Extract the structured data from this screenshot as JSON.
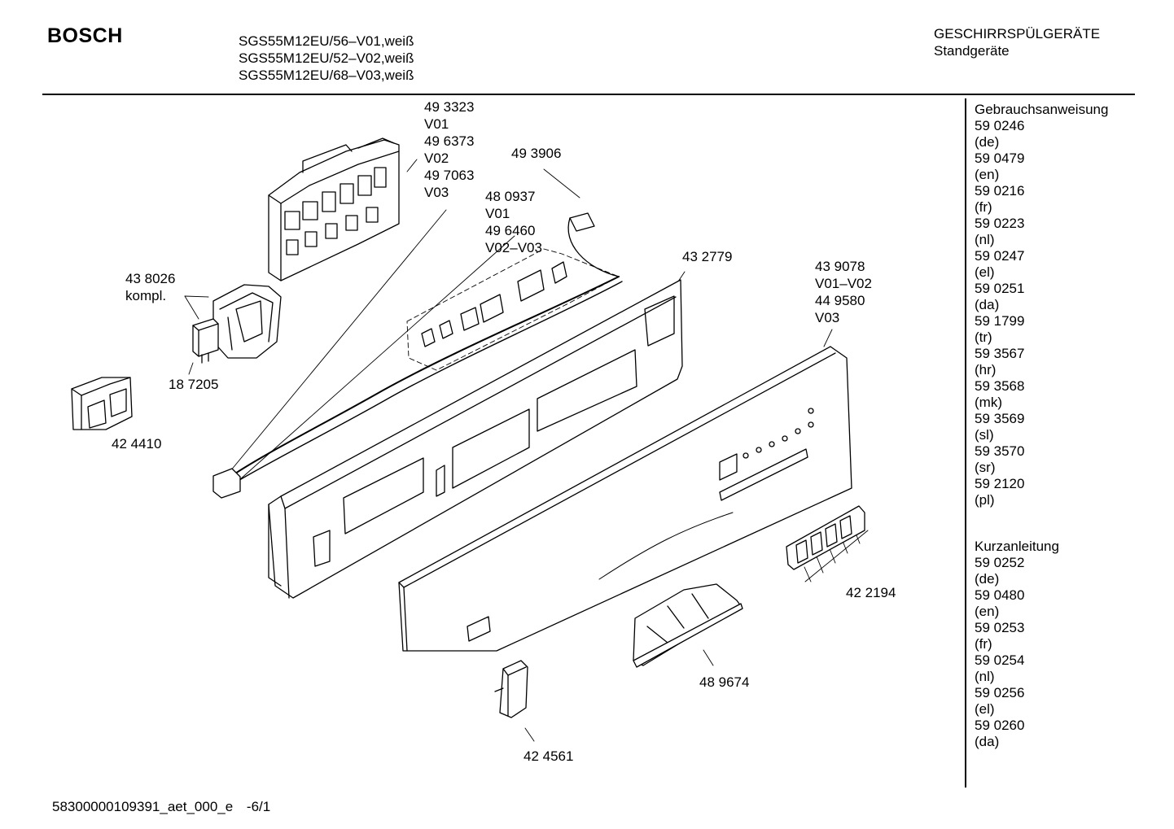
{
  "header": {
    "brand": "BOSCH",
    "models": [
      "SGS55M12EU/56–V01,weiß",
      "SGS55M12EU/52–V02,weiß",
      "SGS55M12EU/68–V03,weiß"
    ],
    "category": "GESCHIRRSPÜLGERÄTE",
    "subcategory": "Standgeräte"
  },
  "sidebar": {
    "manual": {
      "title": "Gebrauchsanweisung",
      "items": [
        "59 0246",
        "(de)",
        "59 0479",
        "(en)",
        "59 0216",
        "(fr)",
        "59 0223",
        "(nl)",
        "59 0247",
        "(el)",
        "59 0251",
        "(da)",
        "59 1799",
        "(tr)",
        "59 3567",
        "(hr)",
        "59 3568",
        "(mk)",
        "59 3569",
        "(sl)",
        "59 3570",
        "(sr)",
        "59 2120",
        "(pl)"
      ]
    },
    "short": {
      "title": "Kurzanleitung",
      "items": [
        "59 0252",
        "(de)",
        "59 0480",
        "(en)",
        "59 0253",
        "(fr)",
        "59 0254",
        "(nl)",
        "59 0256",
        "(el)",
        "59 0260",
        "(da)"
      ]
    }
  },
  "parts": {
    "module": [
      "49 3323",
      "V01",
      "49 6373",
      "V02",
      "49 7063",
      "V03"
    ],
    "cable": "49 3906",
    "connectors": [
      "48 0937",
      "V01",
      "49 6460",
      "V02–V03"
    ],
    "frame": "43 2779",
    "panel": [
      "43 9078",
      "V01–V02",
      "44 9580",
      "V03"
    ],
    "switch_kit": [
      "43 8026",
      "kompl."
    ],
    "capacitor": "18 7205",
    "relay": "42 4410",
    "buttons": "42 2194",
    "handle": "48 9674",
    "bracket": "42 4561"
  },
  "footer": {
    "code": "58300000109391_aet_000_e",
    "page": "-6/1"
  }
}
